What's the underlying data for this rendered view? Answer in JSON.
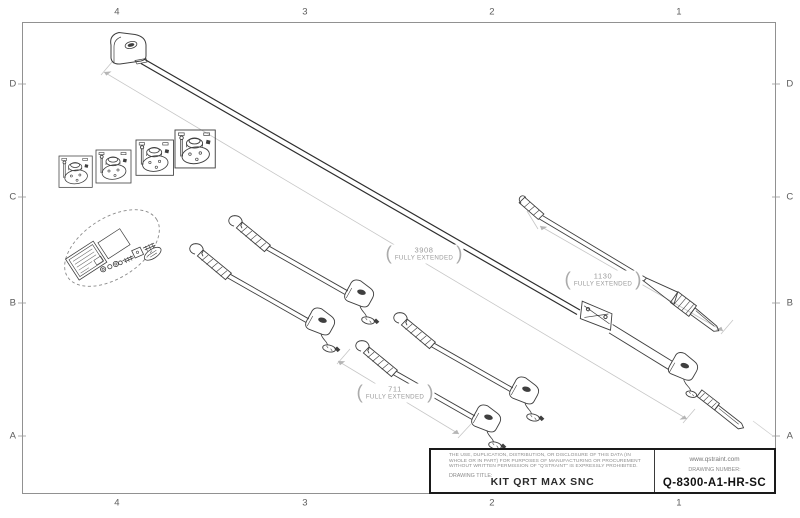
{
  "zones": {
    "cols": [
      "4",
      "3",
      "2",
      "1"
    ],
    "rows": [
      "D",
      "C",
      "B",
      "A"
    ]
  },
  "dims": {
    "paren_open": "(",
    "paren_close": ")",
    "extended_3908": {
      "value": "3908",
      "label": "FULLY EXTENDED"
    },
    "extended_1130": {
      "value": "1130",
      "label": "FULLY EXTENDED"
    },
    "extended_711": {
      "value": "711",
      "label": "FULLY EXTENDED"
    }
  },
  "title_block": {
    "legal_line1": "THE USE, DUPLICATION, DISTRIBUTION, OR DISCLOSURE OF THIS DATA (IN",
    "legal_line2": "WHOLE OR IN PART) FOR PURPOSES OF MANUFACTURING OR PROCUREMENT",
    "legal_line3": "WITHOUT WRITTEN PERMISSION OF \"Q'STRAINT\" IS EXPRESSLY PROHIBITED.",
    "drawing_title_label": "DRAWING TITLE:",
    "drawing_title": "KIT QRT MAX SNC",
    "website": "www.qstraint.com",
    "drawing_number_label": "DRAWING NUMBER:",
    "drawing_number": "Q-8300-A1-HR-SC"
  },
  "colors": {
    "art_line": "#3f3f3f",
    "belt_line": "#2e2e2e",
    "dim_line": "#c6c6c6",
    "frame_line": "#919191",
    "title_border": "#1a1a1a"
  }
}
